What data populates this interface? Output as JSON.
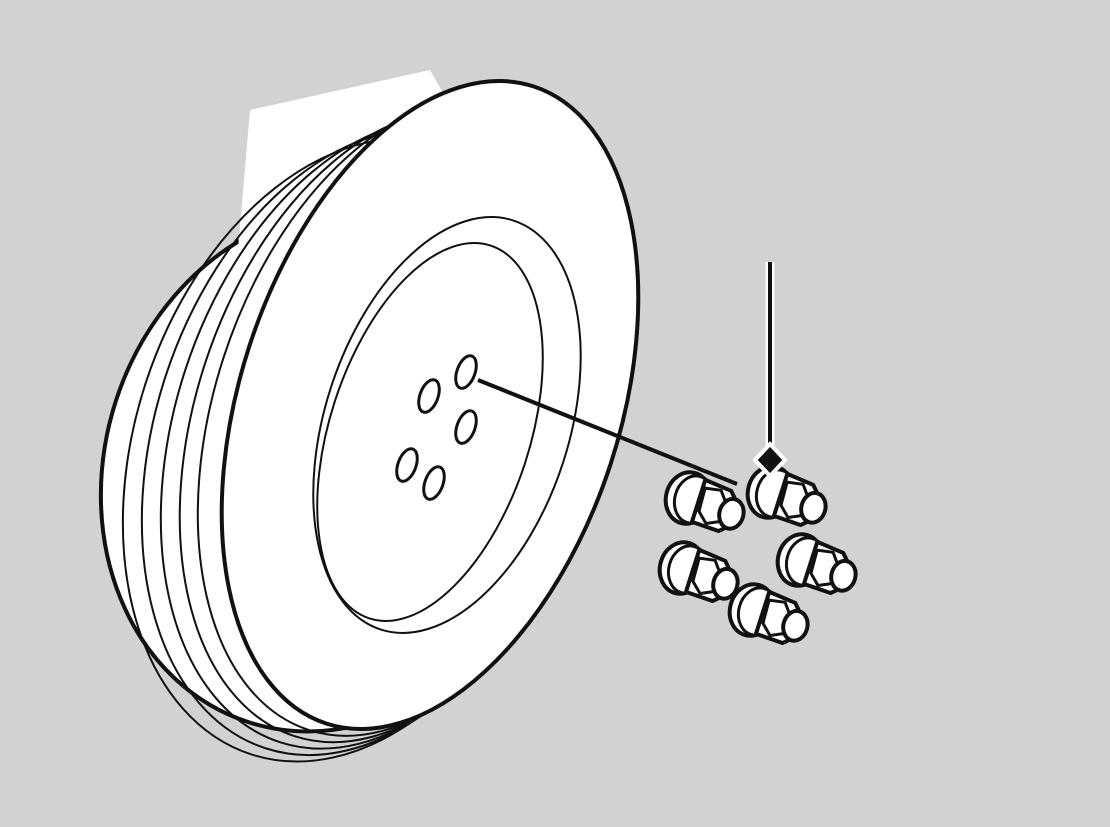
{
  "colors": {
    "background": "#d1d2d4",
    "line": "#111111",
    "fill": "#ffffff"
  },
  "illustration": {
    "subject_icon": "wheel-with-lug-nuts",
    "lug_holes": 5,
    "lug_nuts": 5
  }
}
